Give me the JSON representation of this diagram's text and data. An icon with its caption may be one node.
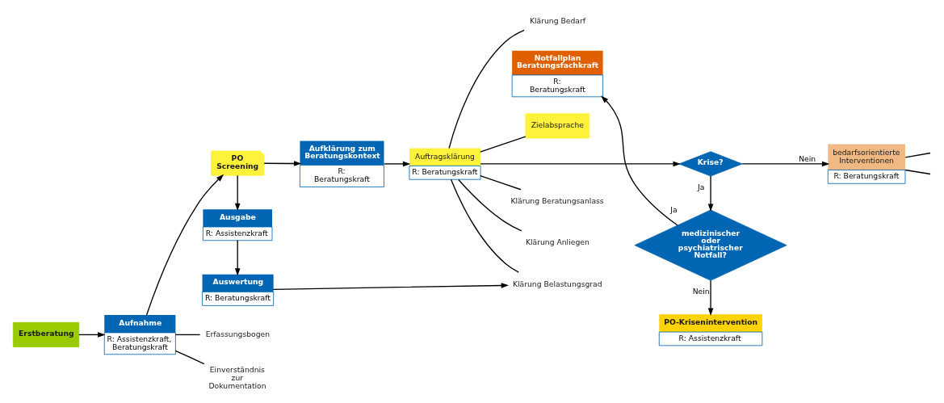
{
  "diagram": {
    "nodes": [
      {
        "text": [
          "Erstberatung"
        ]
      },
      {
        "text": [
          "Aufnahme",
          "R: Assistenzkraft, Beratungskraft"
        ]
      },
      {
        "text": [
          "PO Screening"
        ]
      },
      {
        "text": [
          "Ausgabe",
          "R: Assistenzkraft"
        ]
      },
      {
        "text": [
          "Auswertung",
          "R: Beratungskraft"
        ]
      },
      {
        "text": [
          "Aufklärung zum Beratungskontext",
          "R: Beratungskraft"
        ]
      },
      {
        "text": [
          "Auftragsklärung",
          "R: Beratungskraft"
        ]
      },
      {
        "text": [
          "Krise?"
        ]
      },
      {
        "text": [
          "medizinischer oder psychiatrischer Notfall?"
        ]
      },
      {
        "text": [
          "Notfallplan Beratungsfachkraft",
          "R: Beratungskraft"
        ]
      },
      {
        "text": [
          "PO-Krisenintervention",
          "R: Assistenzkraft"
        ]
      },
      {
        "text": [
          "bedarfsorientierte Interventionen",
          "R: Beratungskraft"
        ]
      },
      {
        "text": [
          "Erfassungsbogen"
        ]
      },
      {
        "text": [
          "Einverständnis zur Dokumentation"
        ]
      },
      {
        "text": [
          "Klärung Beratungsanlass"
        ]
      },
      {
        "text": [
          "Klärung Anliegen"
        ]
      },
      {
        "text": [
          "Klärung Belastungsgrad"
        ]
      },
      {
        "text": [
          "Klärung Bedarf"
        ]
      },
      {
        "text": [
          "Zielabsprache"
        ]
      }
    ],
    "edges": [
      {
        "from": 0,
        "to": 1,
        "arrow": "to"
      },
      {
        "from": 1,
        "to": 2,
        "arrow": "to"
      },
      {
        "from": 2,
        "to": 5,
        "arrow": "to"
      },
      {
        "from": 2,
        "to": 3,
        "arrow": "to"
      },
      {
        "from": 3,
        "to": 4,
        "arrow": "to"
      },
      {
        "from": 5,
        "to": 6,
        "arrow": "to"
      },
      {
        "from": 6,
        "to": 7,
        "arrow": "to"
      },
      {
        "from": 7,
        "to": 8,
        "label": "Ja",
        "arrow": "to"
      },
      {
        "from": 7,
        "to": 11,
        "label": "Nein",
        "arrow": "to"
      },
      {
        "from": 8,
        "to": 9,
        "label": "Ja",
        "arrow": "to"
      },
      {
        "from": 8,
        "to": 10,
        "label": "Nein",
        "arrow": "to"
      },
      {
        "from": 4,
        "to": 16,
        "arrow": "to"
      },
      {
        "from": 1,
        "to": 12,
        "arrow": "none"
      },
      {
        "from": 1,
        "to": 13,
        "arrow": "none"
      },
      {
        "from": 6,
        "to": 14,
        "arrow": "none"
      },
      {
        "from": 6,
        "to": 15,
        "arrow": "none"
      },
      {
        "from": 6,
        "to": 16,
        "arrow": "none"
      },
      {
        "from": 6,
        "to": 17,
        "arrow": "none"
      },
      {
        "from": 6,
        "to": 18,
        "arrow": "none"
      },
      {
        "from": 11,
        "to": null,
        "arrow": "none"
      },
      {
        "from": 11,
        "to": null,
        "arrow": "none"
      }
    ]
  }
}
